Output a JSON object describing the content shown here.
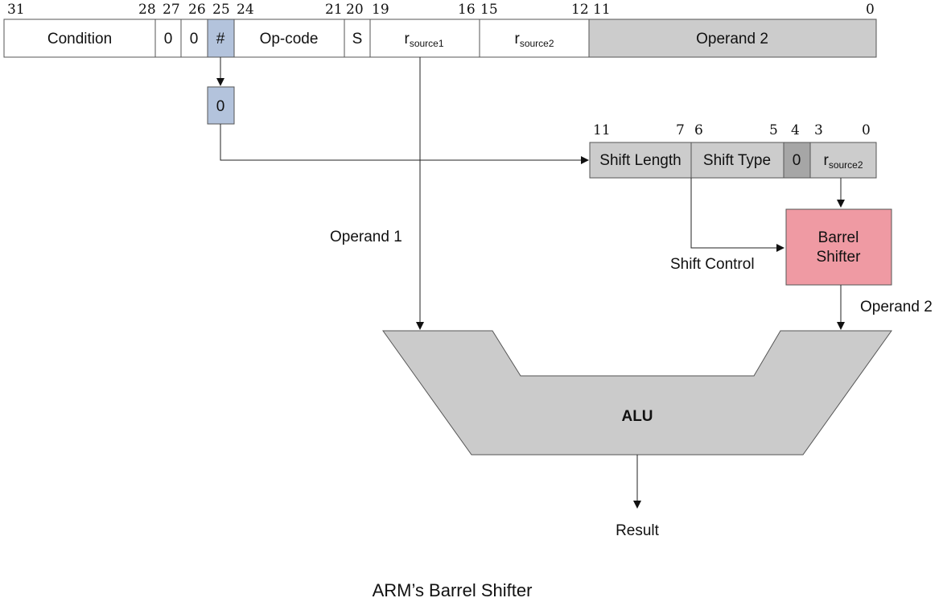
{
  "instruction_bits": [
    "31",
    "28",
    "27",
    "26",
    "25",
    "24",
    "21",
    "20",
    "19",
    "16",
    "15",
    "12",
    "11",
    "0"
  ],
  "instruction_fields": {
    "condition": "Condition",
    "zero_a": "0",
    "zero_b": "0",
    "immediate": "#",
    "opcode": "Op-code",
    "s": "S",
    "rsource1_base": "r",
    "rsource1_sub": "source1",
    "rsource2_base": "r",
    "rsource2_sub": "source2",
    "operand2": "Operand 2"
  },
  "immediate_value": "0",
  "shift_bits": [
    "11",
    "7",
    "6",
    "5",
    "4",
    "3",
    "0"
  ],
  "shift_fields": {
    "shift_length": "Shift Length",
    "shift_type": "Shift Type",
    "zero": "0",
    "rsource2_base": "r",
    "rsource2_sub": "source2"
  },
  "barrel_shifter": {
    "line1": "Barrel",
    "line2": "Shifter"
  },
  "labels": {
    "operand1": "Operand 1",
    "shift_control": "Shift Control",
    "operand2": "Operand 2",
    "result": "Result"
  },
  "alu": {
    "label": "ALU"
  },
  "caption": "ARM’s Barrel Shifter",
  "colors": {
    "blue_field": "#b3c3dc",
    "gray_field": "#cccccc",
    "dark_gray_field": "#a6a6a6",
    "barrel_pink": "#ef9aa3",
    "alu_gray": "#cbcbcb"
  }
}
